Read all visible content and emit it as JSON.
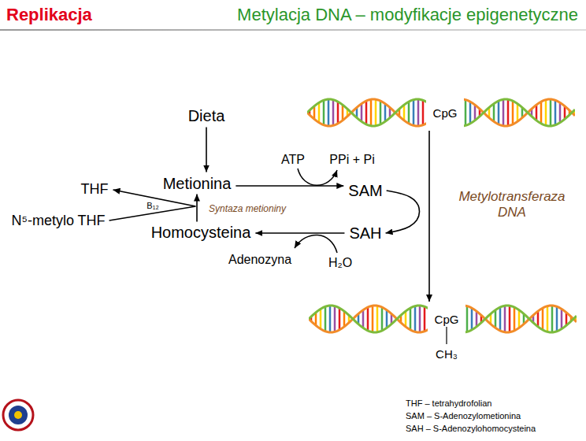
{
  "diagram": {
    "title": "Metylacja DNA – modyfikacje epigenetyczne",
    "nodes": [
      {
        "text": [
          "Dieta"
        ]
      },
      {
        "text": [
          "Metionina"
        ]
      },
      {
        "text": [
          "Homocysteina"
        ]
      },
      {
        "text": [
          "THF"
        ]
      },
      {
        "text": [
          "N⁵-metylo THF"
        ]
      },
      {
        "text": [
          "SAM"
        ]
      },
      {
        "text": [
          "SAH"
        ]
      },
      {
        "text": [
          "CpG"
        ]
      },
      {
        "text": [
          "CpG",
          "CH₃"
        ]
      }
    ],
    "edges": [
      {
        "from": 0,
        "to": 1,
        "arrow": "to"
      },
      {
        "from": 1,
        "to": 5,
        "arrow": "to"
      },
      {
        "from": 5,
        "to": 6,
        "arrow": "to"
      },
      {
        "from": 6,
        "to": 2,
        "arrow": "to"
      },
      {
        "from": 2,
        "to": 1,
        "arrow": "to"
      },
      {
        "from": 4,
        "to": 3,
        "arrow": "to"
      },
      {
        "from": 7,
        "to": 8,
        "label": "Metylotransferaza DNA",
        "arrow": "to"
      }
    ],
    "labels": [
      "Replikacja",
      "ATP",
      "PPi + Pi",
      "B₁₂",
      "Syntaza metioniny",
      "Adenozyna",
      "H₂O",
      "THF – tetrahydrofolian",
      "SAM – S-Adenozylometionina",
      "SAH – S-Adenozylohomocysteina"
    ]
  }
}
